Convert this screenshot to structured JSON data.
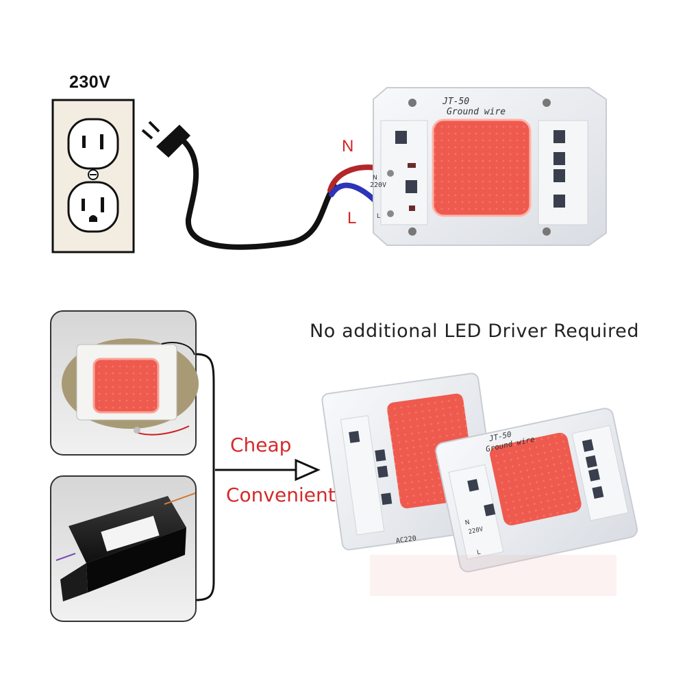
{
  "supply": {
    "voltage": "230V"
  },
  "wiring": {
    "neutral": "N",
    "live": "L"
  },
  "chip_top": {
    "model": "JT-50",
    "note": "Ground wire",
    "pin_n": "N",
    "pin_l": "L",
    "rating": "220V"
  },
  "headline": "No additional LED Driver Required",
  "benefits": {
    "first": "Cheap",
    "second": "Convenient"
  },
  "chip_front": {
    "model": "JT-50",
    "note": "Ground wire",
    "rating": "220V",
    "pin_n": "N",
    "pin_l": "L"
  },
  "chip_back": {
    "rating": "AC220"
  },
  "colors": {
    "led_red": "#ef5a4e",
    "board_white": "#eef0f2",
    "wire_red": "#b3262a",
    "wire_blue": "#2c34b8",
    "label_red": "#d42a2a"
  },
  "icons": [
    "wall-outlet-icon",
    "plug-icon",
    "led-chip-icon",
    "driver-box-icon",
    "arrow-right-icon"
  ]
}
